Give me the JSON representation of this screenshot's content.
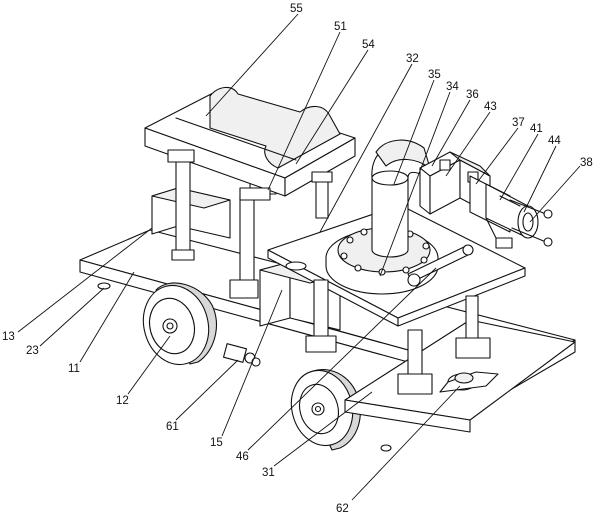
{
  "labels": {
    "l55": "55",
    "l51": "51",
    "l54": "54",
    "l32": "32",
    "l35": "35",
    "l34": "34",
    "l36": "36",
    "l43": "43",
    "l37": "37",
    "l41": "41",
    "l44": "44",
    "l38": "38",
    "l13": "13",
    "l23": "23",
    "l11": "11",
    "l12": "12",
    "l61": "61",
    "l15": "15",
    "l46": "46",
    "l31": "31",
    "l62": "62"
  }
}
